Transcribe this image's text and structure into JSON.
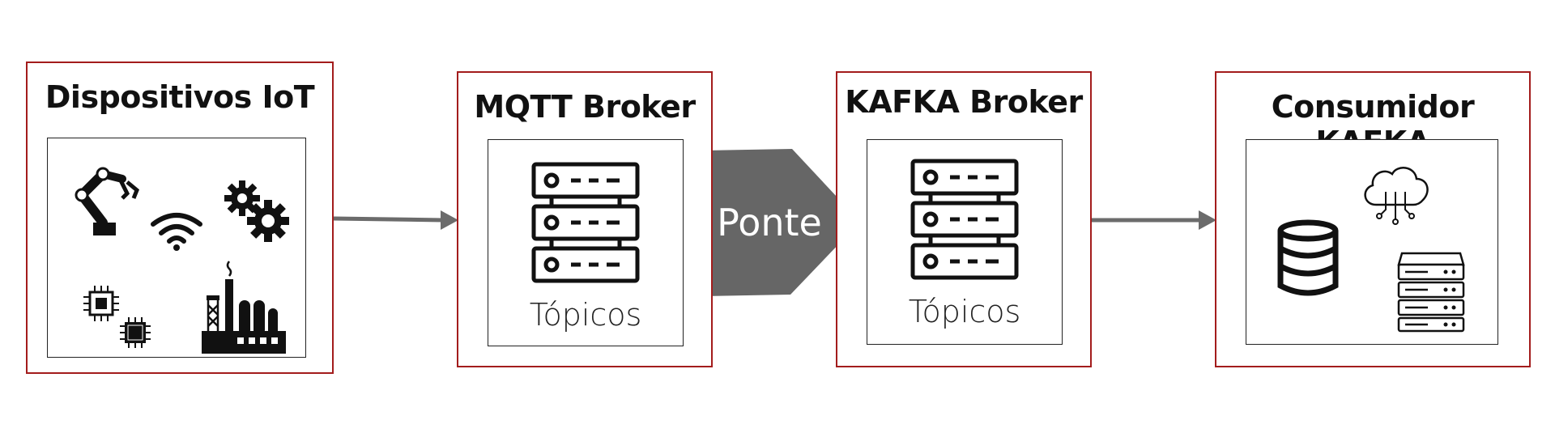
{
  "panels": {
    "iot": {
      "title": "Dispositivos IoT"
    },
    "mqtt": {
      "title": "MQTT Broker",
      "inner_label": "Tópicos"
    },
    "kafka": {
      "title": "KAFKA Broker",
      "inner_label": "Tópicos"
    },
    "consumer": {
      "title": "Consumidor KAFKA"
    }
  },
  "bridge": {
    "label": "Ponte"
  },
  "colors": {
    "panel_border": "#a31c1c",
    "arrow": "#6b6b6b",
    "bridge_fill": "#666666",
    "icon": "#111111"
  },
  "icons": {
    "iot": [
      "robot-arm-icon",
      "wifi-icon",
      "gears-icon",
      "chip-icon",
      "chip-icon",
      "factory-icon"
    ],
    "mqtt": [
      "server-rack-icon"
    ],
    "kafka": [
      "server-rack-icon"
    ],
    "consumer": [
      "cloud-icon",
      "database-icon",
      "server-icon"
    ]
  }
}
